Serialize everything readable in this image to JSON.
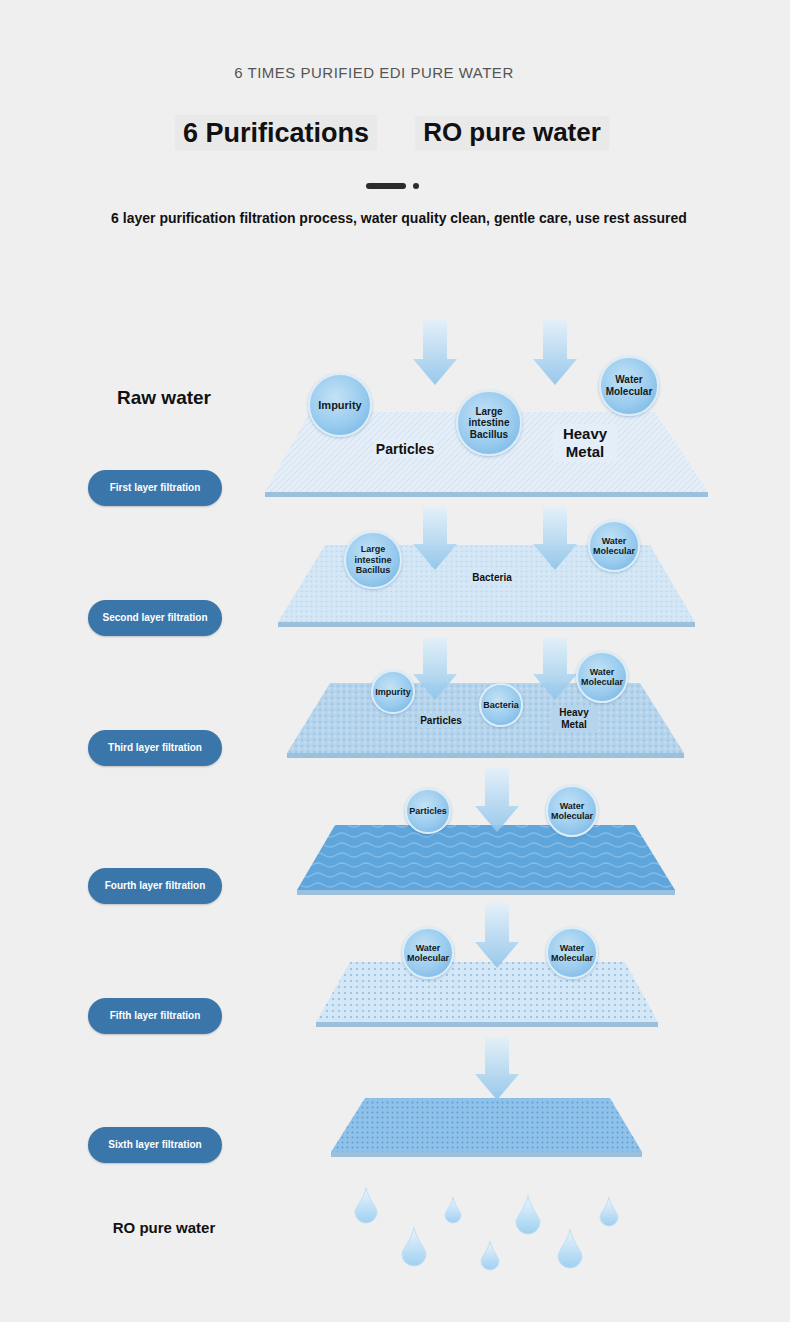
{
  "diagram": {
    "title": "6 TIMES PURIFIED EDI PURE WATER",
    "nodes": [
      {
        "text": [
          "Impurity"
        ]
      },
      {
        "text": [
          "Large intestine Bacillus"
        ]
      },
      {
        "text": [
          "Water Molecular"
        ]
      },
      {
        "text": [
          "First layer filtration"
        ]
      },
      {
        "text": [
          "Large intestine Bacillus"
        ]
      },
      {
        "text": [
          "Water Molecular"
        ]
      },
      {
        "text": [
          "Second layer filtration"
        ]
      },
      {
        "text": [
          "Impurity"
        ]
      },
      {
        "text": [
          "Bacteria"
        ]
      },
      {
        "text": [
          "Water Molecular"
        ]
      },
      {
        "text": [
          "Third layer filtration"
        ]
      },
      {
        "text": [
          "Particles"
        ]
      },
      {
        "text": [
          "Water Molecular"
        ]
      },
      {
        "text": [
          "Fourth layer filtration"
        ]
      },
      {
        "text": [
          "Water Molecular"
        ]
      },
      {
        "text": [
          "Water Molecular"
        ]
      },
      {
        "text": [
          "Fifth layer filtration"
        ]
      },
      {
        "text": [
          "Sixth layer filtration"
        ]
      }
    ],
    "labels": [
      "6 Purifications",
      "RO pure water",
      "6 layer purification filtration process, water quality clean, gentle care, use rest assured",
      "Raw water",
      "Particles",
      "Heavy Metal",
      "Bacteria",
      "Particles",
      "Heavy Metal",
      "RO pure water"
    ]
  }
}
